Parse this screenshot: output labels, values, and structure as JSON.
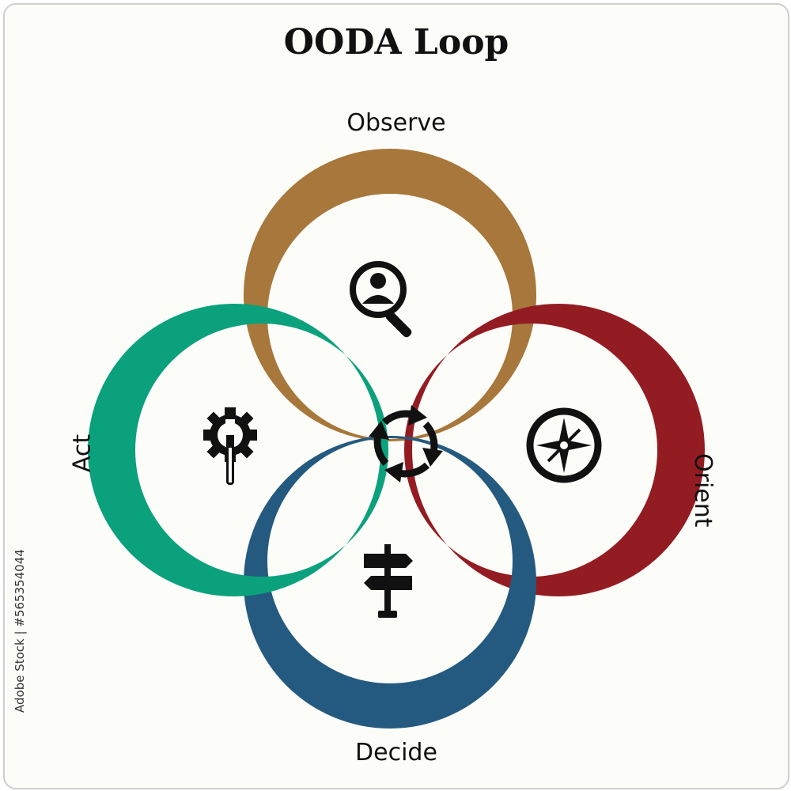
{
  "title": "OODA Loop",
  "stages": {
    "observe": {
      "label": "Observe",
      "color": "#a7773b",
      "icon": "person-search-icon"
    },
    "orient": {
      "label": "Orient",
      "color": "#931c22",
      "icon": "compass-icon"
    },
    "decide": {
      "label": "Decide",
      "color": "#245a7f",
      "icon": "signpost-icon"
    },
    "act": {
      "label": "Act",
      "color": "#0ba17c",
      "icon": "gear-wrench-icon"
    }
  },
  "center_icon": "cycle-arrows-icon",
  "credit_text": "Adobe Stock | #565354044"
}
